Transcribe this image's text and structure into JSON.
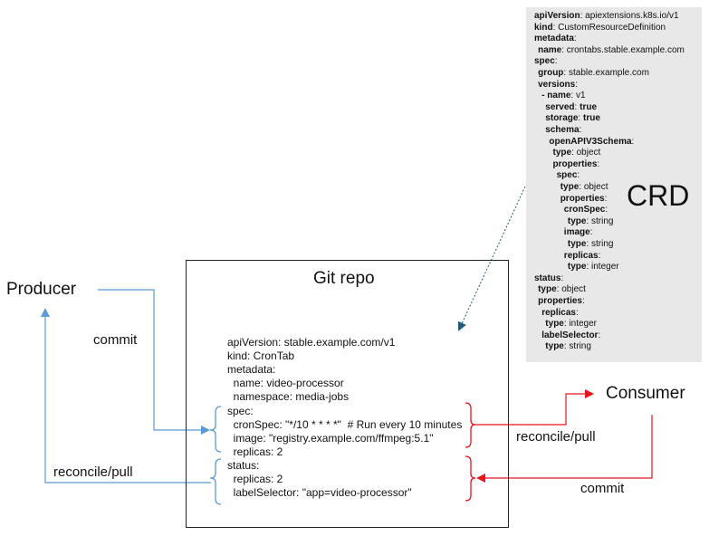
{
  "crd": {
    "label": "CRD",
    "lines": [
      {
        "key": "apiVersion",
        "value": "apiextensions.k8s.io/v1",
        "indent": 0
      },
      {
        "key": "kind",
        "value": "CustomResourceDefinition",
        "indent": 0
      },
      {
        "key": "metadata",
        "value": "",
        "indent": 0
      },
      {
        "key": "name",
        "value": "crontabs.stable.example.com",
        "indent": 1
      },
      {
        "key": "spec",
        "value": "",
        "indent": 0
      },
      {
        "key": "group",
        "value": "stable.example.com",
        "indent": 1
      },
      {
        "key": "versions",
        "value": "",
        "indent": 1
      },
      {
        "key": "- name",
        "value": "v1",
        "indent": 2
      },
      {
        "key": "served",
        "value": "true",
        "indent": 3,
        "bold_value": true
      },
      {
        "key": "storage",
        "value": "true",
        "indent": 3,
        "bold_value": true
      },
      {
        "key": "schema",
        "value": "",
        "indent": 3
      },
      {
        "key": "openAPIV3Schema",
        "value": "",
        "indent": 4
      },
      {
        "key": "type",
        "value": "object",
        "indent": 5
      },
      {
        "key": "properties",
        "value": "",
        "indent": 5
      },
      {
        "key": "spec",
        "value": "",
        "indent": 6
      },
      {
        "key": "type",
        "value": "object",
        "indent": 7
      },
      {
        "key": "properties",
        "value": "",
        "indent": 7
      },
      {
        "key": "cronSpec",
        "value": "",
        "indent": 8
      },
      {
        "key": "type",
        "value": "string",
        "indent": 9
      },
      {
        "key": "image",
        "value": "",
        "indent": 8
      },
      {
        "key": "type",
        "value": "string",
        "indent": 9
      },
      {
        "key": "replicas",
        "value": "",
        "indent": 8
      },
      {
        "key": "type",
        "value": "integer",
        "indent": 9
      },
      {
        "key": "status",
        "value": "",
        "indent": 0
      },
      {
        "key": "type",
        "value": "object",
        "indent": 1
      },
      {
        "key": "properties",
        "value": "",
        "indent": 1
      },
      {
        "key": "replicas",
        "value": "",
        "indent": 2
      },
      {
        "key": "type",
        "value": "integer",
        "indent": 3
      },
      {
        "key": "labelSelector",
        "value": "",
        "indent": 2
      },
      {
        "key": "type",
        "value": "string",
        "indent": 3
      }
    ]
  },
  "git_repo": {
    "title": "Git repo",
    "lines": [
      "apiVersion: stable.example.com/v1",
      "kind: CronTab",
      "metadata:",
      "  name: video-processor",
      "  namespace: media-jobs",
      "spec:",
      "  cronSpec: \"*/10 * * * *\"  # Run every 10 minutes",
      "  image: \"registry.example.com/ffmpeg:5.1\"",
      "  replicas: 2",
      "status:",
      "  replicas: 2",
      "  labelSelector: \"app=video-processor\""
    ]
  },
  "producer": {
    "label": "Producer"
  },
  "consumer": {
    "label": "Consumer"
  },
  "edges": {
    "producer_commit": "commit",
    "producer_reconcile": "reconcile/pull",
    "consumer_reconcile": "reconcile/pull",
    "consumer_commit": "commit"
  },
  "colors": {
    "producer_edge": "#5b9bd5",
    "consumer_edge": "#e8141b",
    "crd_link": "#1f5c78",
    "crd_panel": "#e8e8e8"
  }
}
